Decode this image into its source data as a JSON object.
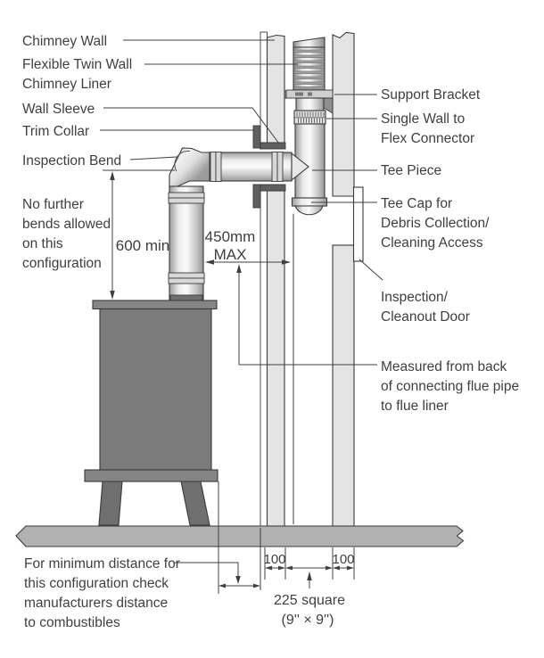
{
  "labels": {
    "chimney_wall": "Chimney Wall",
    "flexible_liner_line1": "Flexible Twin Wall",
    "flexible_liner_line2": "Chimney Liner",
    "wall_sleeve": "Wall Sleeve",
    "trim_collar": "Trim Collar",
    "inspection_bend": "Inspection Bend",
    "no_bends_line1": "No further",
    "no_bends_line2": "bends allowed",
    "no_bends_line3": "on this",
    "no_bends_line4": "configuration",
    "support_bracket": "Support Bracket",
    "flex_connector_line1": "Single Wall to",
    "flex_connector_line2": "Flex Connector",
    "tee_piece": "Tee Piece",
    "tee_cap_line1": "Tee Cap for",
    "tee_cap_line2": "Debris Collection/",
    "tee_cap_line3": "Cleaning Access",
    "cleanout_door_line1": "Inspection/",
    "cleanout_door_line2": "Cleanout Door",
    "measured_line1": "Measured from back",
    "measured_line2": "of connecting flue pipe",
    "measured_line3": "to flue liner",
    "min_distance_line1": "For minimum distance for",
    "min_distance_line2": "this configuration check",
    "min_distance_line3": "manufacturers distance",
    "min_distance_line4": "to combustibles"
  },
  "dimensions": {
    "riser_min_height": "600 min",
    "offset_max_line1": "450mm",
    "offset_max_line2": "MAX",
    "left_wall_thickness": "100",
    "right_wall_thickness": "100",
    "flue_size_line1": "225 square",
    "flue_size_line2": "(9'' × 9'')"
  },
  "colors": {
    "outline": "#3a3a3a",
    "text": "#3f3f3f",
    "wall_fill": "#e4e4e4",
    "stove_fill": "#7b7b7b",
    "stove_trim_fill": "#858585",
    "leg_fill": "#6f6f6f",
    "floor_fill": "#b1b1b1",
    "bracket_fill": "#8f8f8f",
    "sleeve_fill": "#5f5f5f",
    "band_fill": "#d8d8d8"
  }
}
